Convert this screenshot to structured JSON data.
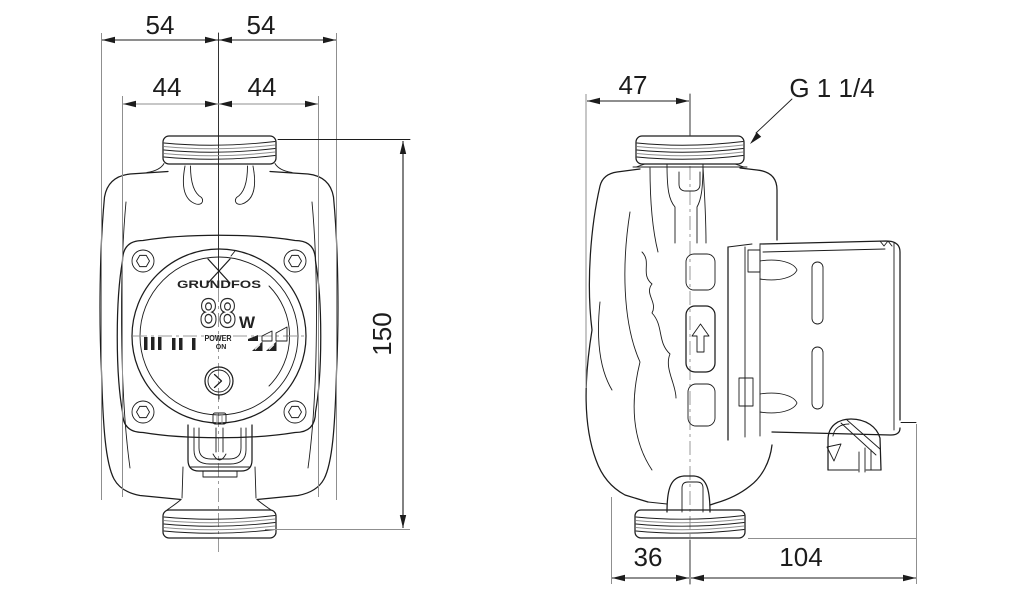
{
  "drawing": {
    "kind": "pump-dimensional-drawing",
    "colors": {
      "line": "#1c1c1c",
      "secondary_line": "#8f8f8f",
      "background": "#ffffff"
    },
    "front_view": {
      "dims": {
        "outer_left": "54",
        "outer_right": "54",
        "inner_left": "44",
        "inner_right": "44",
        "height": "150"
      },
      "display": {
        "brand": "GRUNDFOS",
        "power_value": "88",
        "power_unit": "W",
        "power_label": "POWER",
        "on_label": "ON"
      }
    },
    "side_view": {
      "dims": {
        "front_depth": "47",
        "bottom_left": "36",
        "bottom_right": "104"
      },
      "thread_label": "G 1 1/4"
    },
    "icons": {
      "grundfos_logo": "crossed-x mark",
      "control_button": "chevron-right in circle",
      "flow_arrow": "up arrow",
      "speed_bars": "III II I",
      "power_ramp": "three increasing steps",
      "pump_curve_flags": "two triangle flags"
    }
  }
}
